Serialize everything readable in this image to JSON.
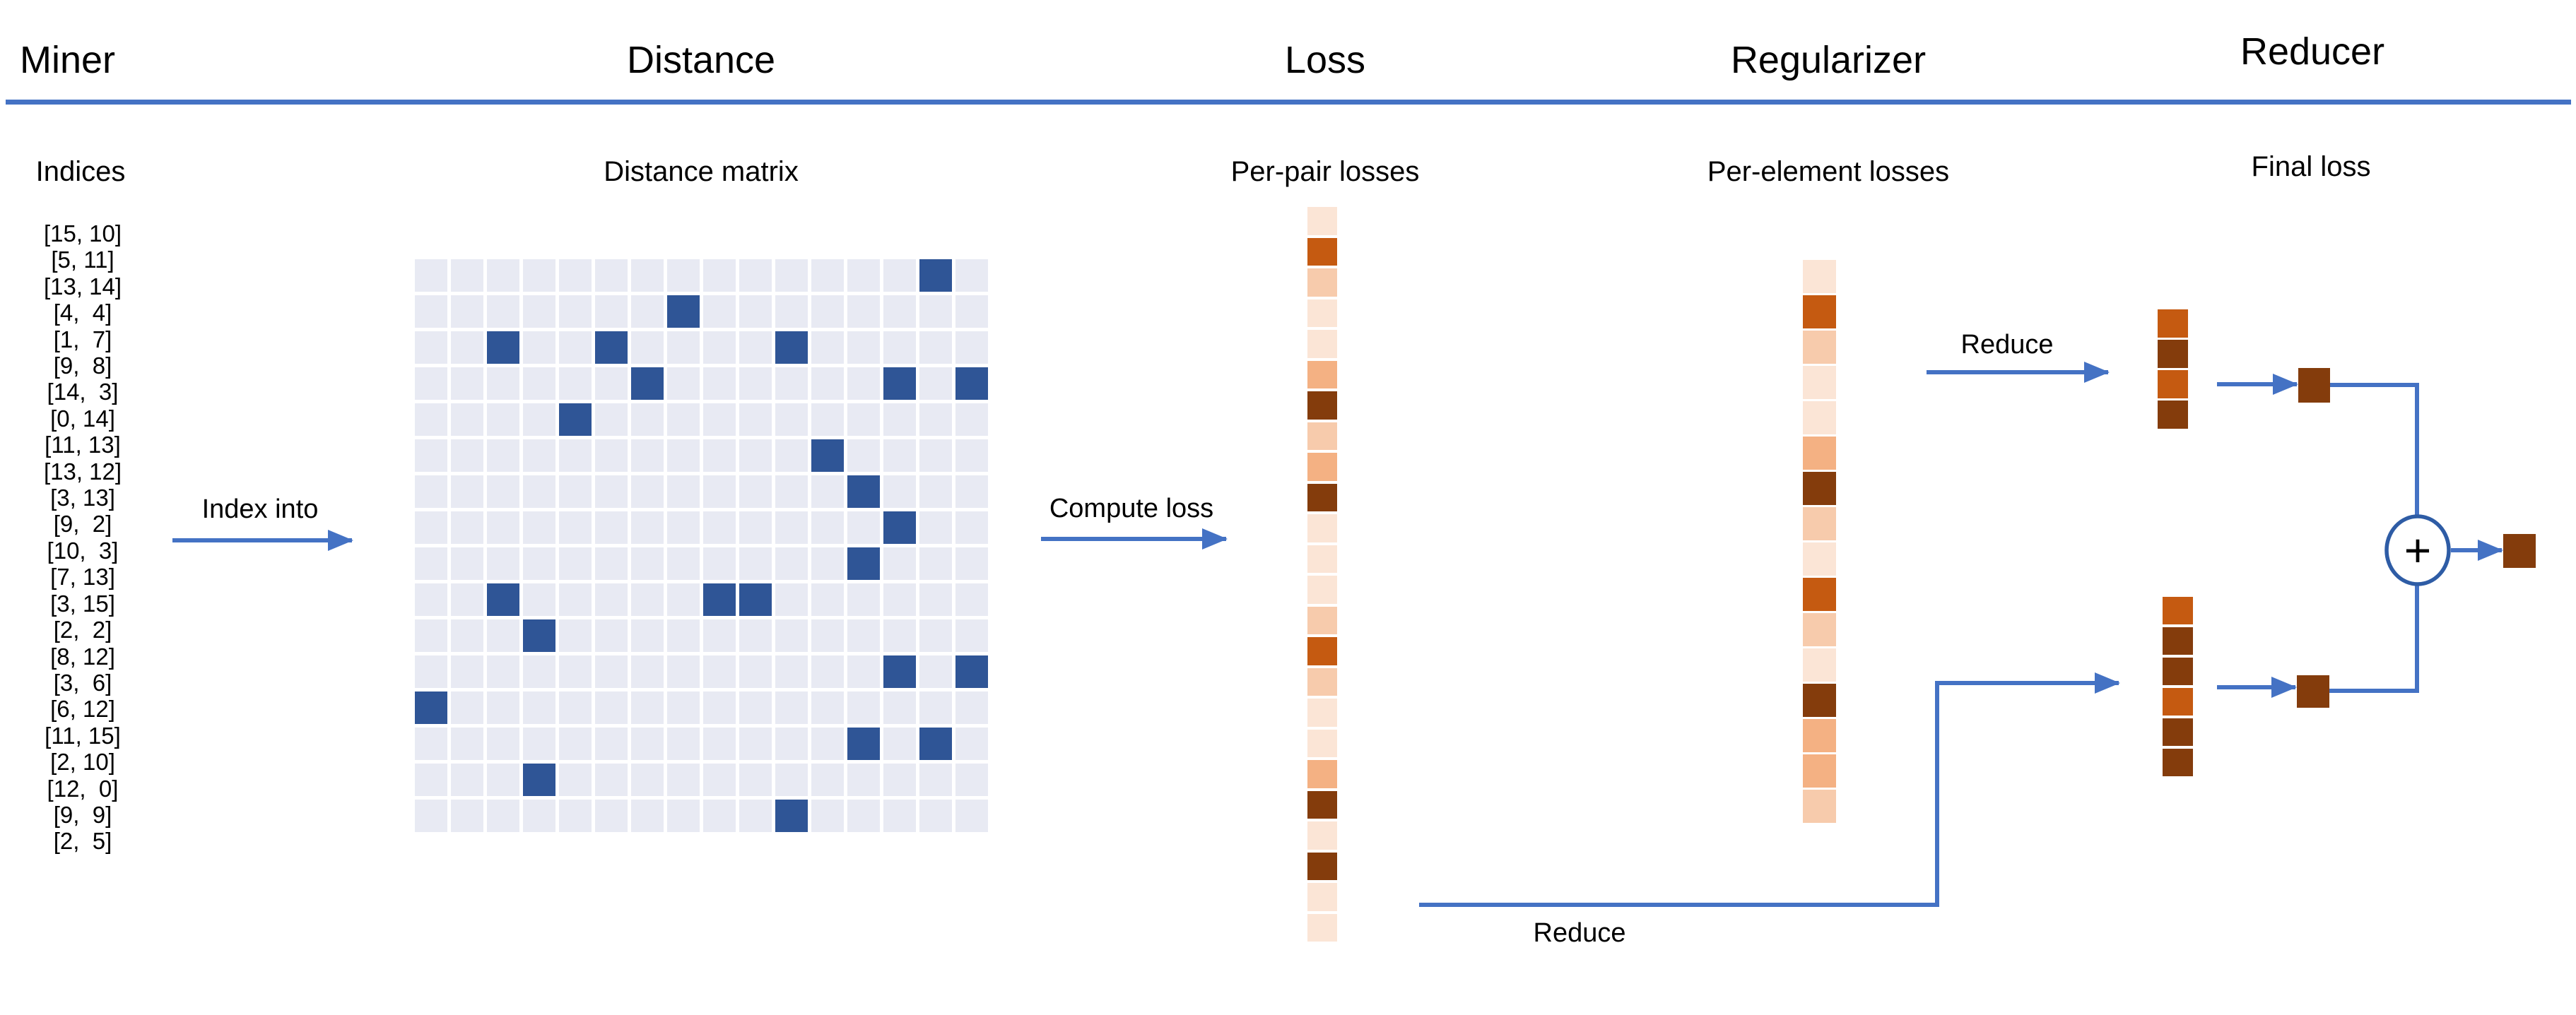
{
  "colors": {
    "line_blue": "#4472c4",
    "circle_blue": "#2e5ca5",
    "matrix_light": "#e8eaf3",
    "matrix_dark": "#2f5596",
    "palette": {
      "L0": "#fbe5d6",
      "M1": "#f7cbac",
      "M2": "#f4b183",
      "C": "#c55a11",
      "D": "#843c0c"
    }
  },
  "header": {
    "miner": "Miner",
    "distance": "Distance",
    "loss": "Loss",
    "regularizer": "Regularizer",
    "reducer": "Reducer"
  },
  "miner": {
    "subtitle": "Indices",
    "pairs": [
      {
        "display": "[15, 10]",
        "row": 15,
        "col": 10
      },
      {
        "display": "[5, 11]",
        "row": 5,
        "col": 11
      },
      {
        "display": "[13, 14]",
        "row": 13,
        "col": 14
      },
      {
        "display": "[4,  4]",
        "row": 4,
        "col": 4
      },
      {
        "display": "[1,  7]",
        "row": 1,
        "col": 7
      },
      {
        "display": "[9,  8]",
        "row": 9,
        "col": 8
      },
      {
        "display": "[14,  3]",
        "row": 14,
        "col": 3
      },
      {
        "display": "[0, 14]",
        "row": 0,
        "col": 14
      },
      {
        "display": "[11, 13]",
        "row": 11,
        "col": 13
      },
      {
        "display": "[13, 12]",
        "row": 13,
        "col": 12
      },
      {
        "display": "[3, 13]",
        "row": 3,
        "col": 13
      },
      {
        "display": "[9,  2]",
        "row": 9,
        "col": 2
      },
      {
        "display": "[10,  3]",
        "row": 10,
        "col": 3
      },
      {
        "display": "[7, 13]",
        "row": 7,
        "col": 13
      },
      {
        "display": "[3, 15]",
        "row": 3,
        "col": 15
      },
      {
        "display": "[2,  2]",
        "row": 2,
        "col": 2
      },
      {
        "display": "[8, 12]",
        "row": 8,
        "col": 12
      },
      {
        "display": "[3,  6]",
        "row": 3,
        "col": 6
      },
      {
        "display": "[6, 12]",
        "row": 6,
        "col": 12
      },
      {
        "display": "[11, 15]",
        "row": 11,
        "col": 15
      },
      {
        "display": "[2, 10]",
        "row": 2,
        "col": 10
      },
      {
        "display": "[12,  0]",
        "row": 12,
        "col": 0
      },
      {
        "display": "[9,  9]",
        "row": 9,
        "col": 9
      },
      {
        "display": "[2,  5]",
        "row": 2,
        "col": 5
      }
    ]
  },
  "distance": {
    "subtitle": "Distance matrix",
    "size": 16
  },
  "loss": {
    "subtitle": "Per-pair losses",
    "cells": [
      "L0",
      "C",
      "M1",
      "L0",
      "L0",
      "M2",
      "D",
      "M1",
      "M2",
      "D",
      "L0",
      "L0",
      "L0",
      "M1",
      "C",
      "M1",
      "L0",
      "L0",
      "M2",
      "D",
      "L0",
      "D",
      "L0",
      "L0"
    ]
  },
  "regularizer": {
    "subtitle": "Per-element losses",
    "cells": [
      "L0",
      "C",
      "M1",
      "L0",
      "L0",
      "M2",
      "D",
      "M1",
      "L0",
      "C",
      "M1",
      "L0",
      "D",
      "M2",
      "M2",
      "M1"
    ]
  },
  "reducer": {
    "subtitle": "Final loss",
    "stack_top": [
      "C",
      "D",
      "C",
      "D"
    ],
    "stack_bottom": [
      "C",
      "D",
      "D",
      "C",
      "D",
      "D"
    ],
    "plus_label": "+",
    "square": "D"
  },
  "flow": {
    "index_into": "Index into",
    "compute_loss": "Compute loss",
    "reduce_top": "Reduce",
    "reduce_bottom": "Reduce"
  }
}
